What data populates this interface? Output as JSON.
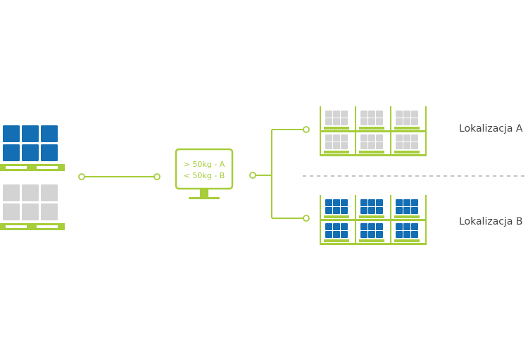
{
  "colors": {
    "accent": "#a6cd3a",
    "blue": "#146eb4",
    "gray": "#d3d3d3",
    "text": "#444444",
    "dashed": "#888888"
  },
  "pallets": [
    {
      "box_color": "blue"
    },
    {
      "box_color": "gray"
    }
  ],
  "monitor": {
    "icon": "monitor-icon",
    "rule_a": "> 50kg - A",
    "rule_b": "< 50kg - B"
  },
  "locations": [
    {
      "id": "a",
      "label": "Lokalizacja A",
      "box_color": "gray"
    },
    {
      "id": "b",
      "label": "Lokalizacja B",
      "box_color": "blue"
    }
  ]
}
